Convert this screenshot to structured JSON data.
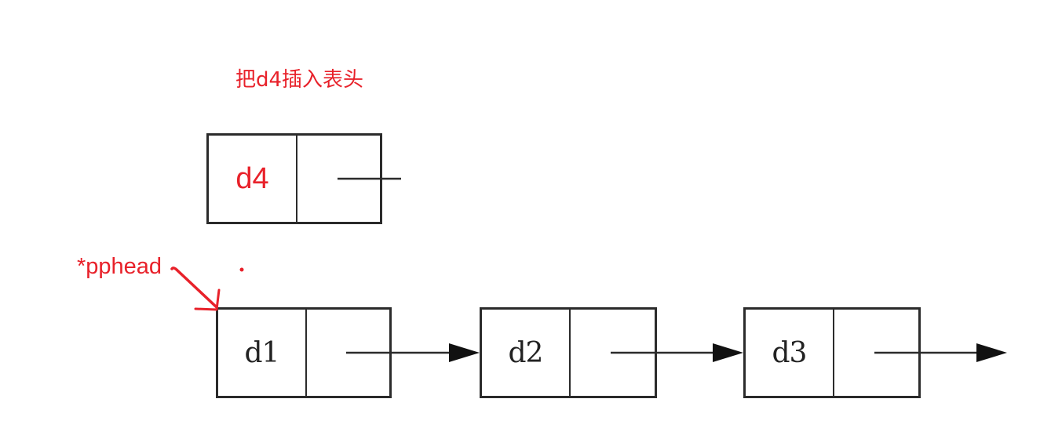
{
  "caption": "把d4插入表头",
  "pointer": {
    "label": "*pphead"
  },
  "new_node": {
    "data": "d4"
  },
  "list": [
    {
      "data": "d1"
    },
    {
      "data": "d2"
    },
    {
      "data": "d3"
    }
  ],
  "colors": {
    "annotation": "#e8212a",
    "line": "#2b2b2b"
  }
}
